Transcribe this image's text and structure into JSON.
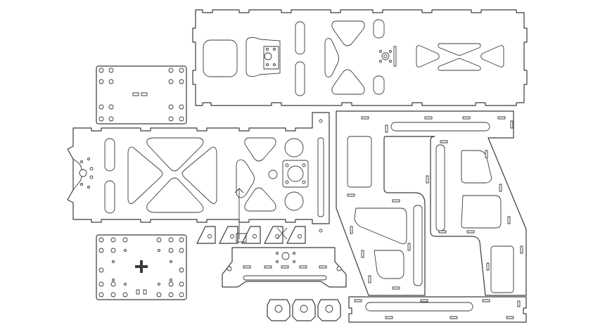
{
  "drawing": {
    "background": "#ffffff",
    "line_color": "#3a3a3a",
    "parts": [
      "top-long-plate",
      "small-mount-plate",
      "main-frame-plate",
      "vertical-strip-part",
      "corner-gusset-set",
      "motor-bracket",
      "base-plate",
      "clamp-parts",
      "large-side-frame",
      "bottom-long-strip"
    ]
  }
}
